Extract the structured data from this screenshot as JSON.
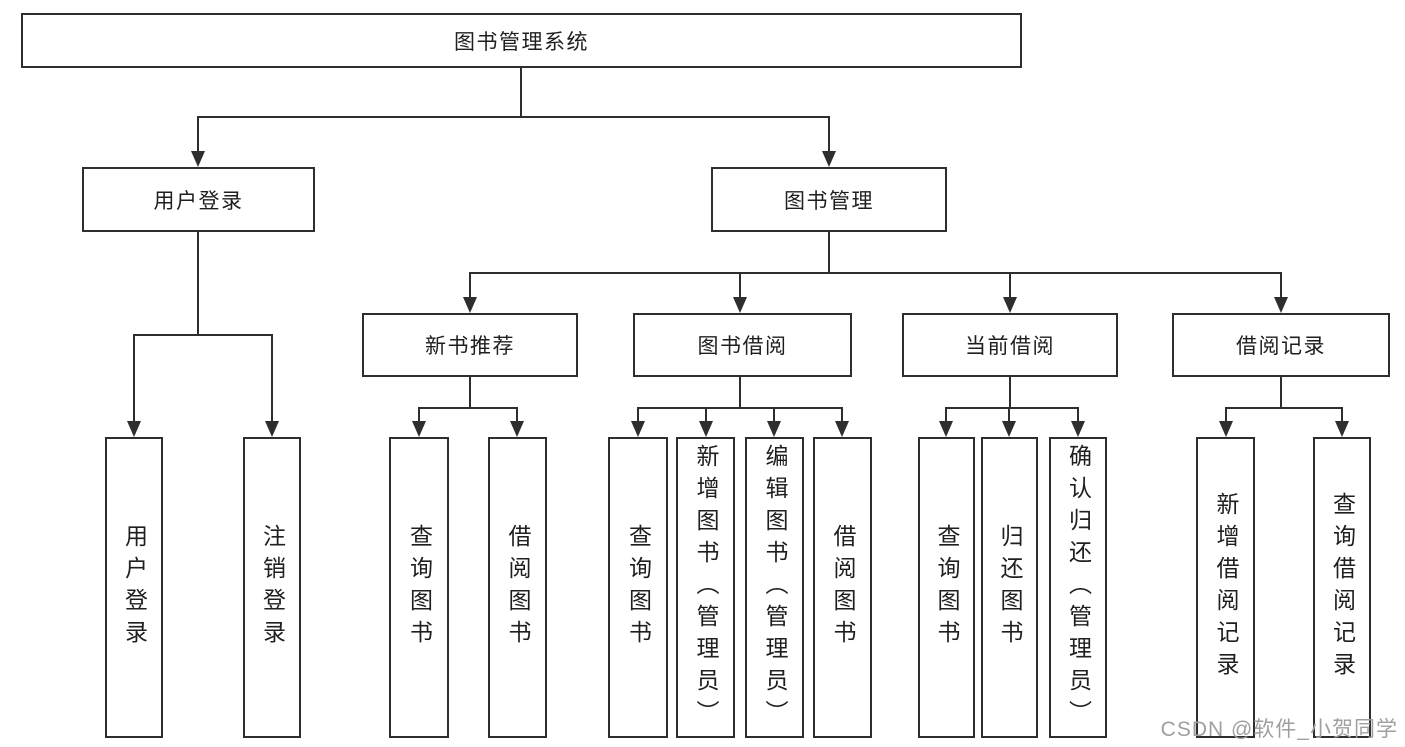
{
  "colors": {
    "line": "#2e2e2e",
    "text": "#1f1f1f",
    "watermark_gray": "#9f9f9f"
  },
  "watermark": "CSDN @软件_小贺同学",
  "nodes": {
    "root": {
      "label": "图书管理系统"
    },
    "user_login": {
      "label": "用户登录",
      "children": [
        {
          "label": "用户登录"
        },
        {
          "label": "注销登录"
        }
      ]
    },
    "book_mgmt": {
      "label": "图书管理",
      "children": [
        {
          "label": "新书推荐",
          "children": [
            {
              "label": "查询图书"
            },
            {
              "label": "借阅图书"
            }
          ]
        },
        {
          "label": "图书借阅",
          "children": [
            {
              "label": "查询图书"
            },
            {
              "label": "新增图书（管理员）"
            },
            {
              "label": "编辑图书（管理员）"
            },
            {
              "label": "借阅图书"
            }
          ]
        },
        {
          "label": "当前借阅",
          "children": [
            {
              "label": "查询图书"
            },
            {
              "label": "归还图书"
            },
            {
              "label": "确认归还（管理员）"
            }
          ]
        },
        {
          "label": "借阅记录",
          "children": [
            {
              "label": "新增借阅记录"
            },
            {
              "label": "查询借阅记录"
            }
          ]
        }
      ]
    }
  }
}
